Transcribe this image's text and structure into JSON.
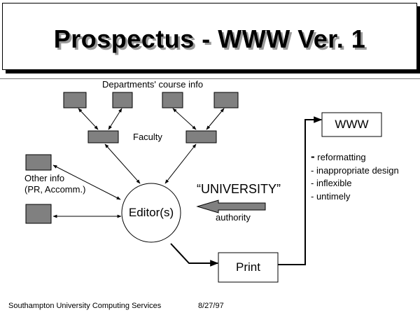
{
  "title": "Prospectus - WWW Ver. 1",
  "diagram": {
    "departments_label": "Departments' course info",
    "faculty_label": "Faculty",
    "other_info_line1": "Other info",
    "other_info_line2": "(PR, Accomm.)",
    "editor_label": "Editor(s)",
    "university_label": "“UNIVERSITY”",
    "authority_label": "authority",
    "www_label": "WWW",
    "print_label": "Print",
    "issues": [
      "reformatting",
      "inappropriate design",
      "inflexible",
      "untimely"
    ]
  },
  "footer": {
    "organisation": "Southampton University Computing Services",
    "date": "8/27/97"
  },
  "colors": {
    "box_fill": "#808080",
    "arrow_fill": "#808080",
    "title_shadow": "#9a9a9a"
  }
}
